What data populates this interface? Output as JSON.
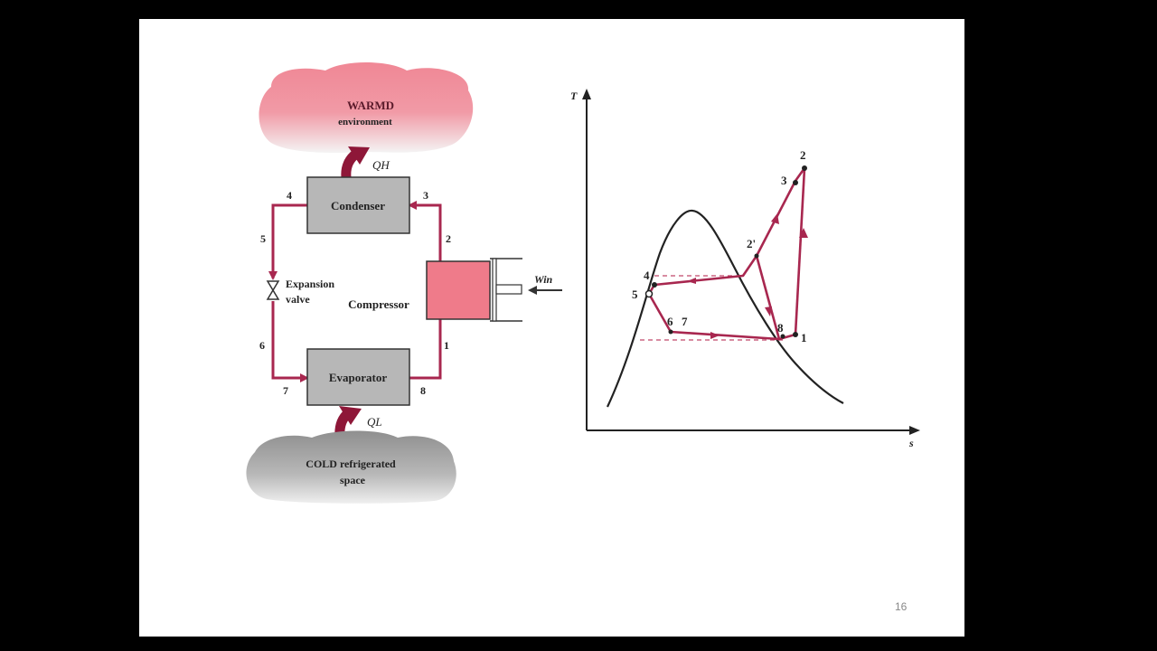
{
  "colors": {
    "background": "#000000",
    "slide": "#ffffff",
    "pipe": "#a8274f",
    "warm_cloud": "#ef8a99",
    "cold_cloud": "#9a9a9a",
    "box": "#b7b7b7",
    "compressor_fill": "#ef7b8a",
    "curve": "#222222"
  },
  "cycle_diagram": {
    "warm_label_line1": "WARMD",
    "warm_label_line2": "environment",
    "q_h": "QH",
    "condenser": "Condenser",
    "evaporator": "Evaporator",
    "compressor": "Compressor",
    "expansion_line1": "Expansion",
    "expansion_line2": "valve",
    "w_in": "Win",
    "q_l": "QL",
    "cold_label_line1": "COLD refrigerated",
    "cold_label_line2": "space",
    "state_labels": {
      "s1": "1",
      "s2": "2",
      "s3": "3",
      "s4": "4",
      "s5": "5",
      "s6": "6",
      "s7": "7",
      "s8": "8"
    }
  },
  "ts_diagram": {
    "y_axis": "T",
    "x_axis": "s",
    "points": {
      "p1": "1",
      "p2": "2",
      "p3": "3",
      "p2p": "2'",
      "p4": "4",
      "p5": "5",
      "p6": "6",
      "p7": "7",
      "p8": "8"
    }
  },
  "page_number": "16"
}
